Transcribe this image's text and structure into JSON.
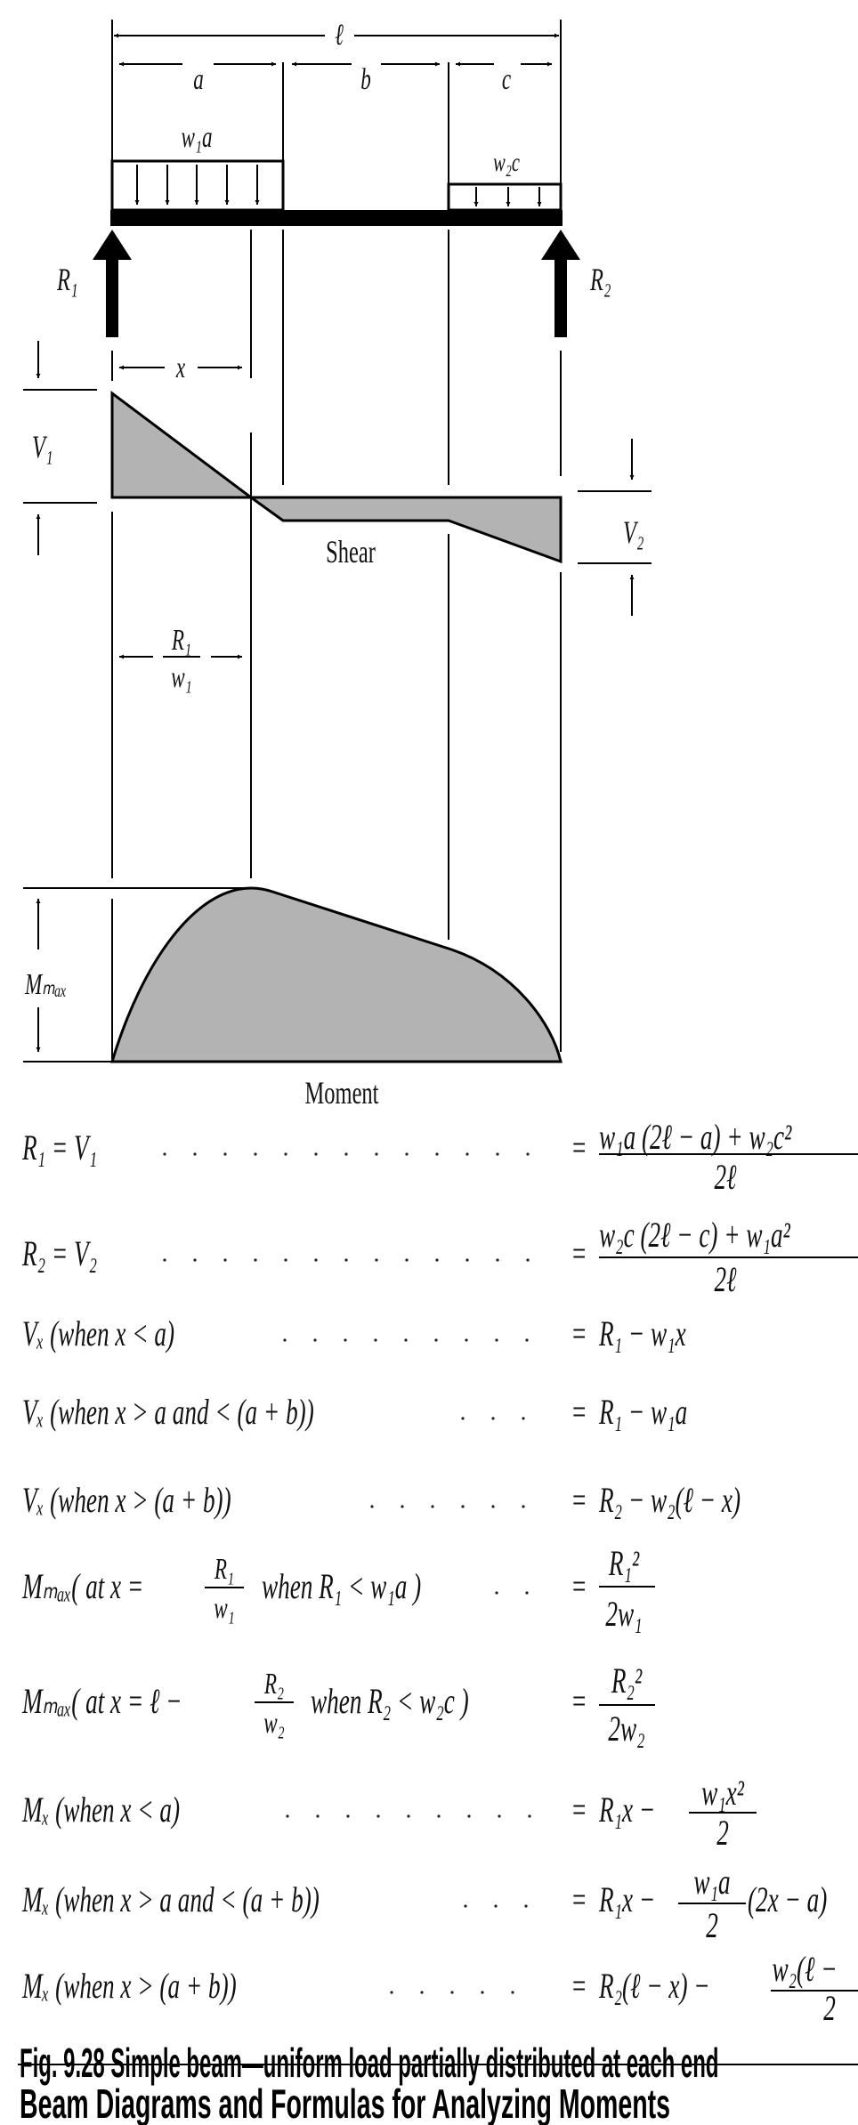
{
  "diagram": {
    "span_label": "ℓ",
    "segment_labels": [
      "a",
      "b",
      "c"
    ],
    "load_labels": [
      "w₁a",
      "w₂c"
    ],
    "reaction_labels": [
      "R₁",
      "R₂"
    ],
    "x_label": "x",
    "v1_label": "V₁",
    "v2_label": "V₂",
    "shear_label": "Shear",
    "r1w1_num": "R₁",
    "r1w1_den": "w₁",
    "mmax_label": "Mₘₐₓ",
    "moment_label": "Moment",
    "fill_color": "#b3b3b3"
  },
  "formulas": [
    {
      "lhs": "R₁ = V₁",
      "num": "w₁a (2ℓ − a) + w₂c²",
      "den": "2ℓ"
    },
    {
      "lhs": "R₂ = V₂",
      "num": "w₂c (2ℓ − c) + w₁a²",
      "den": "2ℓ"
    },
    {
      "lhs": "Vₓ  (when x < a)",
      "rhs": "R₁ − w₁x"
    },
    {
      "lhs": "Vₓ  (when x > a and < (a + b))",
      "rhs": "R₁ − w₁a"
    },
    {
      "lhs": "Vₓ  (when x > (a + b))",
      "rhs": "R₂ − w₂(ℓ − x)"
    },
    {
      "lhs_a": "Mₘₐₓ( at x =",
      "lhs_num": "R₁",
      "lhs_den": "w₁",
      "lhs_b": "when R₁ < w₁a )",
      "num": "R₁²",
      "den": "2w₁"
    },
    {
      "lhs_a": "Mₘₐₓ( at x = ℓ −",
      "lhs_num": "R₂",
      "lhs_den": "w₂",
      "lhs_b": "when R₂ < w₂c )",
      "num": "R₂²",
      "den": "2w₂"
    },
    {
      "lhs": "Mₓ  (when x < a)",
      "rhs": "R₁x −",
      "num": "w₁x²",
      "den": "2"
    },
    {
      "lhs": "Mₓ  (when x > a and < (a + b))",
      "rhs": "R₁x −",
      "num": "w₁a",
      "den": "2",
      "rhs_tail": "(2x − a)"
    },
    {
      "lhs": "Mₓ  (when x > (a + b))",
      "rhs": "R₂(ℓ − x) −",
      "num": "w₂(ℓ −",
      "den": "2"
    }
  ],
  "equals": "=",
  "caption_lines": [
    "Fig. 9.28 Simple beam—uniform load partially distributed at each end",
    "Beam Diagrams and Formulas for Analyzing Moments"
  ]
}
